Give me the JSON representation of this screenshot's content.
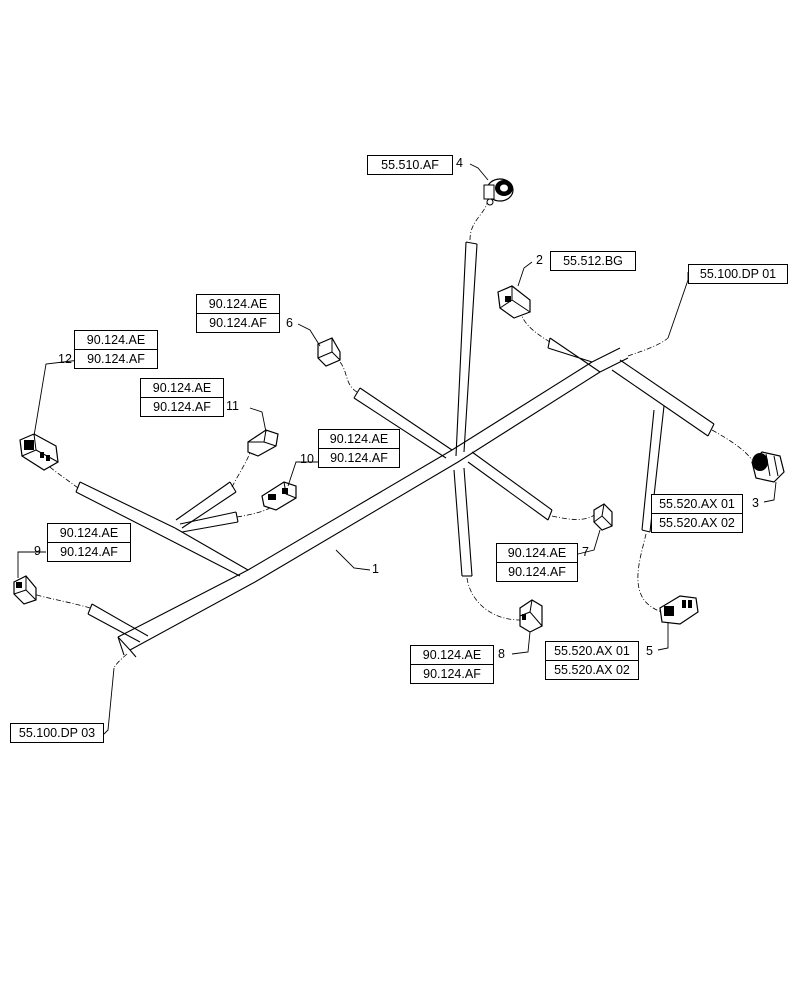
{
  "callouts": {
    "c1": "1",
    "c2": "2",
    "c3": "3",
    "c4": "4",
    "c5": "5",
    "c6": "6",
    "c7": "7",
    "c8": "8",
    "c9": "9",
    "c10": "10",
    "c11": "11",
    "c12": "12"
  },
  "refs": {
    "r4": [
      "55.510.AF"
    ],
    "r2": [
      "55.512.BG"
    ],
    "r_dp01": [
      "55.100.DP 01"
    ],
    "r6": [
      "90.124.AE",
      "90.124.AF"
    ],
    "r12": [
      "90.124.AE",
      "90.124.AF"
    ],
    "r11": [
      "90.124.AE",
      "90.124.AF"
    ],
    "r10": [
      "90.124.AE",
      "90.124.AF"
    ],
    "r9": [
      "90.124.AE",
      "90.124.AF"
    ],
    "r3": [
      "55.520.AX 01",
      "55.520.AX 02"
    ],
    "r7": [
      "90.124.AE",
      "90.124.AF"
    ],
    "r8": [
      "90.124.AE",
      "90.124.AF"
    ],
    "r5": [
      "55.520.AX 01",
      "55.520.AX 02"
    ],
    "r_dp03": [
      "55.100.DP 03"
    ]
  }
}
